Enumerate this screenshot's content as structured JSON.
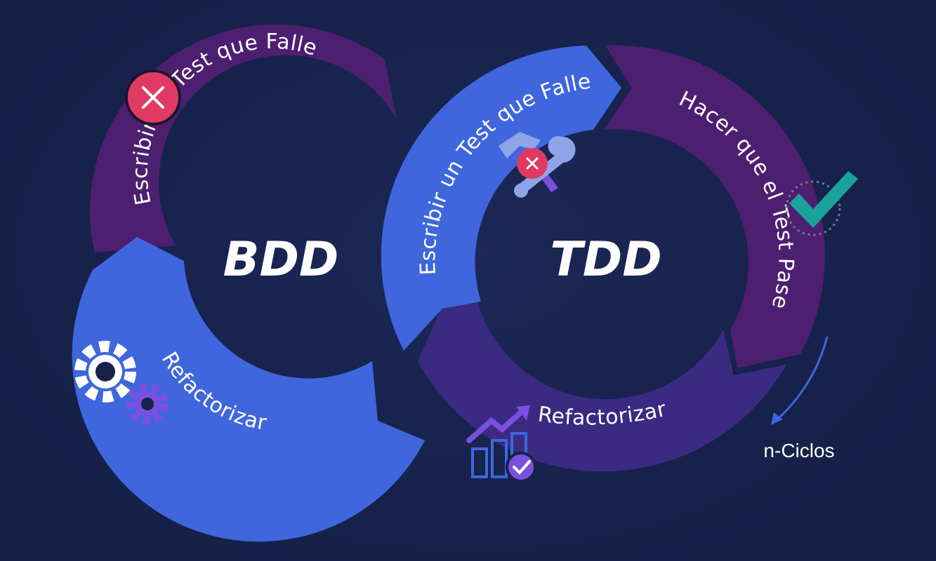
{
  "bdd": {
    "title": "BDD",
    "top_step": "Escribir un Test que Falle",
    "bottom_step": "Refactorizar"
  },
  "tdd": {
    "title": "TDD",
    "left_step": "Escribir un Test que Falle",
    "right_step": "Hacer que el Test Pase",
    "bottom_step": "Refactorizar"
  },
  "cycles_label": "n-Ciclos",
  "icons": {
    "fail": "x-circle-icon",
    "tools": "hammer-wrench-icon",
    "pass": "checkmark-icon",
    "gears": "gears-icon",
    "chart": "growth-chart-icon"
  },
  "colors": {
    "background": "#16224a",
    "blue_arc": "#3f66dd",
    "purple_arc": "#4d1f70",
    "violet_arc": "#3b2a82",
    "fail_red": "#e03a62",
    "pass_teal": "#1aa39a"
  }
}
